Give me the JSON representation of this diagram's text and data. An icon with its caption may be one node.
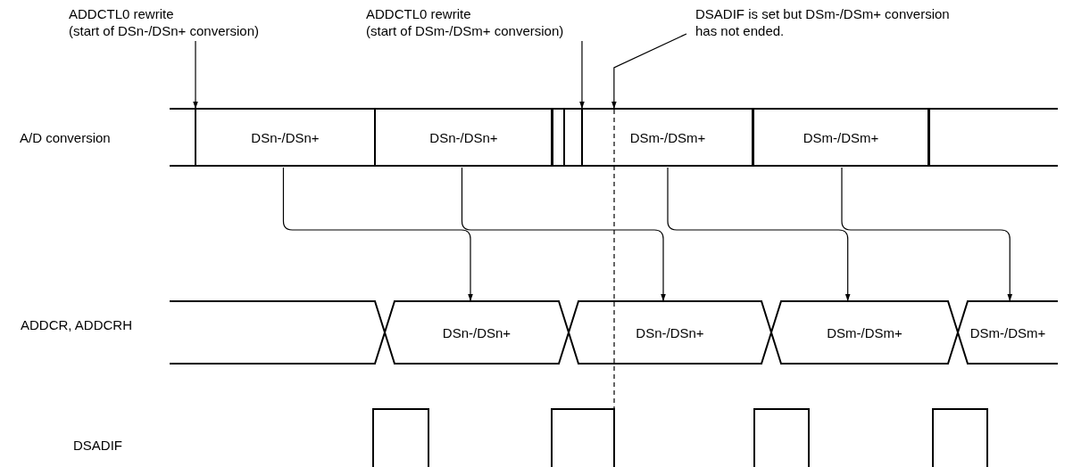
{
  "diagram": {
    "nodes": [
      {
        "text": [
          "ADDCTL0 rewrite (start of DSn-/DSn+ conversion)"
        ]
      },
      {
        "text": [
          "ADDCTL0 rewrite (start of DSm-/DSm+ conversion)"
        ]
      },
      {
        "text": [
          "DSADIF is set but DSm-/DSm+ conversion has not ended."
        ]
      },
      {
        "text": [
          "DSn-/DSn+"
        ]
      },
      {
        "text": [
          "DSn-/DSn+"
        ]
      },
      {
        "text": [
          "DSm-/DSm+"
        ]
      },
      {
        "text": [
          "DSm-/DSm+"
        ]
      },
      {
        "text": [
          "DSn-/DSn+"
        ]
      },
      {
        "text": [
          "DSn-/DSn+"
        ]
      },
      {
        "text": [
          "DSm-/DSm+"
        ]
      },
      {
        "text": [
          "DSm-/DSm+"
        ]
      }
    ],
    "edges": [
      {
        "from": 0,
        "to": 3,
        "arrow": "to"
      },
      {
        "from": 1,
        "to": 5,
        "arrow": "to"
      },
      {
        "from": 2,
        "to": 5,
        "arrow": "to"
      },
      {
        "from": 3,
        "to": 7,
        "arrow": "to"
      },
      {
        "from": 4,
        "to": 8,
        "arrow": "to"
      },
      {
        "from": 5,
        "to": 9,
        "arrow": "to"
      },
      {
        "from": 6,
        "to": 10,
        "arrow": "to"
      }
    ],
    "labels": [
      "A/D conversion",
      "ADDCR, ADDCRH",
      "DSADIF"
    ]
  }
}
